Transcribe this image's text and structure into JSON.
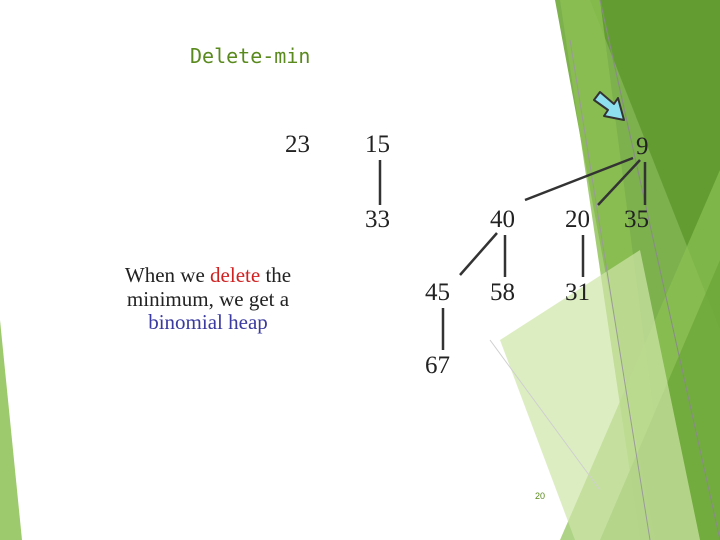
{
  "slide": {
    "title": "Delete-min",
    "page_number": "20"
  },
  "caption": {
    "part1": "When we ",
    "highlight1": "delete",
    "part2": " the minimum, we get a ",
    "highlight2": "binomial heap"
  },
  "nodes": {
    "n23": "23",
    "n15": "15",
    "n9": "9",
    "n33": "33",
    "n40": "40",
    "n20": "20",
    "n35": "35",
    "n45": "45",
    "n58": "58",
    "n31": "31",
    "n67": "67"
  },
  "colors": {
    "accent_green": "#6ea83a",
    "title_green": "#5a8a1e",
    "delete_red": "#d02020",
    "heap_blue": "#3a3aa0",
    "arrow_cyan": "#8fe0ef"
  },
  "icons": {
    "pointer": "arrow-pointer-icon"
  }
}
